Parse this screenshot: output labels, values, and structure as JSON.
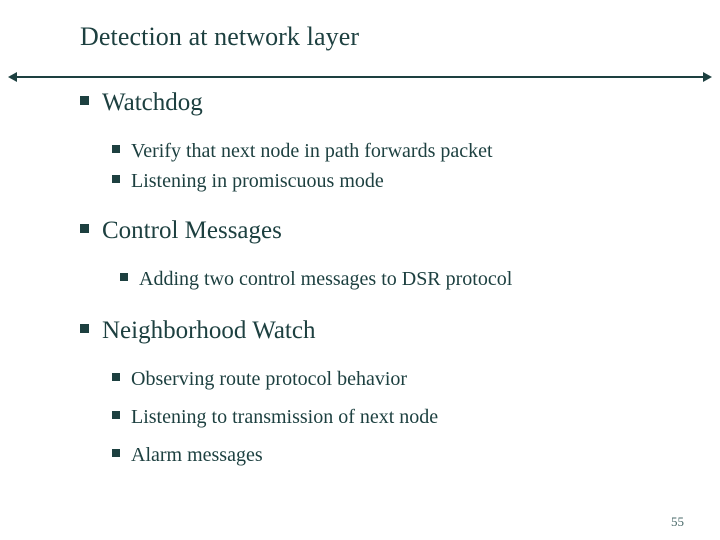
{
  "slide": {
    "title": "Detection at network layer",
    "page_number": "55",
    "accent_color": "#1d4040",
    "background_color": "#ffffff",
    "bullets": [
      {
        "level": 1,
        "text": "Watchdog"
      },
      {
        "level": 2,
        "text": "Verify that next node in path forwards packet"
      },
      {
        "level": 2,
        "text": "Listening in promiscuous mode"
      },
      {
        "level": 1,
        "text": "Control Messages"
      },
      {
        "level": 3,
        "text": "Adding two control messages to DSR protocol"
      },
      {
        "level": 1,
        "text": "Neighborhood Watch"
      },
      {
        "level": 2,
        "text": "Observing route protocol behavior"
      },
      {
        "level": 2,
        "text": "Listening to transmission of next node"
      },
      {
        "level": 2,
        "text": "Alarm messages"
      }
    ]
  }
}
